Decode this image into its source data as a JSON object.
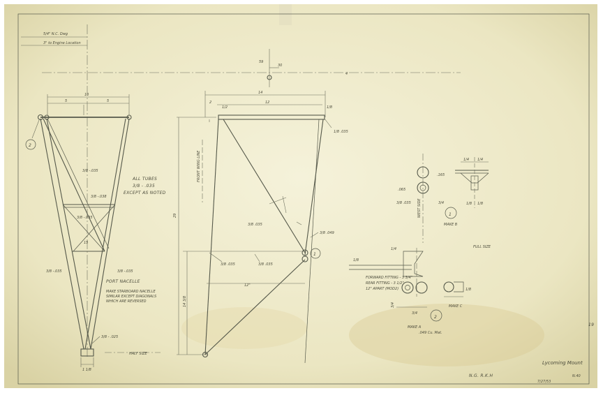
{
  "colors": {
    "paper": "#ece8c6",
    "paper_light": "#f4f1d8",
    "ink": "#55584a",
    "stain": "#c9b780"
  },
  "header_notes": {
    "line1": "5/4\" N.C. Dwg",
    "line2": "3\" to Engine Location"
  },
  "left_view": {
    "dim_top": "10",
    "dim_left": "5",
    "dim_right": "5",
    "callout": "2",
    "tube_labels": [
      "3/8 -.035",
      "3/8 -.038",
      "3/8 -.035",
      "3/8 -.035",
      "3/8 -.035"
    ],
    "mid_label": "15",
    "dim_bottom": "1 1/8",
    "bottom_tube": "3/8 - .025",
    "title": "PORT NACELLE",
    "note_lines": [
      "MAKE STARBOARD NACELLE",
      "SIMILAR EXCEPT DIAGONALS",
      "WHICH ARE REVERSED"
    ],
    "scale": "HALF SIZE"
  },
  "general_note": {
    "line1": "ALL TUBES",
    "line2": "3/8 - .035",
    "line3": "EXCEPT AS NOTED"
  },
  "center_view": {
    "dim_top": "14",
    "dim_mid": "12",
    "dim_a": "2",
    "dim_b": "1/2",
    "dim_c": "1/8",
    "dim_height": "29",
    "dim_low": "12\"",
    "dim_bottom_height": "14 3/8",
    "vertical_label": "FRONT WING LINE",
    "tube_labels": [
      "1/8 .035",
      "3/8 .035",
      "3/8 .049",
      "3/8 .035",
      "3/8 .035"
    ],
    "callout": "1",
    "centerline_dim_1": "59",
    "centerline_dim_2": "30"
  },
  "details": {
    "detail1_dims": [
      ".065",
      ".165",
      "3/8 .035",
      "3/4"
    ],
    "detail1_label": "WEST SIDE",
    "callout1": "1",
    "make_b": "MAKE B",
    "scale": "FULL SIZE",
    "top_right_dims": [
      "1/4",
      "1/4",
      "1/8",
      "1/8"
    ],
    "detail2_dims": [
      "1/8",
      "1/4",
      "3/4",
      "3/4"
    ],
    "fitting_note": [
      "FORWARD FITTING - 3 3/4\"",
      "REAR FITTING - 3 1/2\"",
      "12\" APART (MOD2)"
    ],
    "callout2": "2",
    "make_a": "MAKE A",
    "make_a_note": ".049 Cu. Mat.",
    "make_c": "MAKE C",
    "make_c_dim": "1/8"
  },
  "footer": {
    "initials": "N.G. R.K.H",
    "title": "Lycoming Mount",
    "date": "7/27/53",
    "ref": "N.40",
    "sheet_number": "19"
  }
}
